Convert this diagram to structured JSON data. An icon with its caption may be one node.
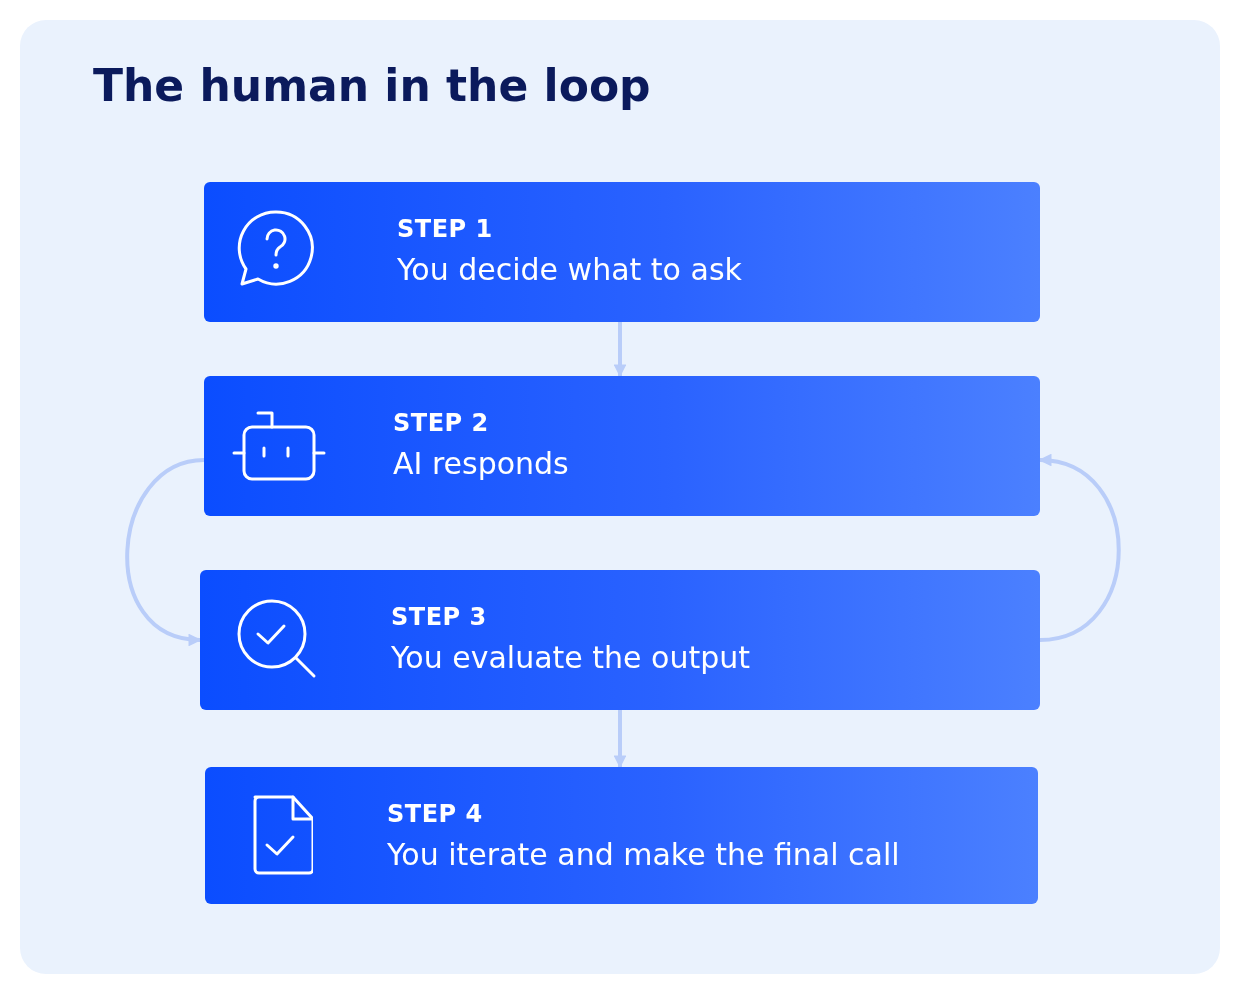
{
  "diagram": {
    "title": "The human in the loop",
    "nodes": [
      {
        "text": [
          "STEP 1",
          "You decide what to ask"
        ]
      },
      {
        "text": [
          "STEP 2",
          "AI responds"
        ]
      },
      {
        "text": [
          "STEP 3",
          "You evaluate the output"
        ]
      },
      {
        "text": [
          "STEP 4",
          "You iterate and make the final call"
        ]
      }
    ],
    "edges": [
      {
        "from": 0,
        "to": 1,
        "arrow": "to"
      },
      {
        "from": 2,
        "to": 3,
        "arrow": "to"
      },
      {
        "from": 1,
        "to": 2,
        "arrow": "to"
      },
      {
        "from": 2,
        "to": 1,
        "arrow": "to"
      }
    ]
  }
}
